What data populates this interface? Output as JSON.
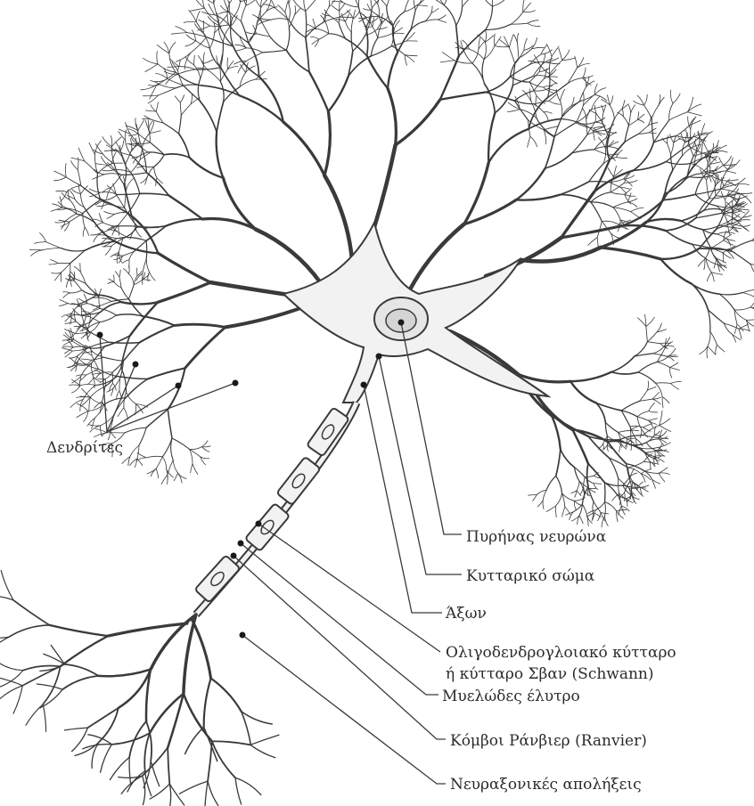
{
  "labels": {
    "dendrites": "Δενδρίτες",
    "nucleus": "Πυρήνας νευρώνα",
    "cell_body": "Κυτταρικό σώμα",
    "axon": "Άξων",
    "oligo_line1": "Ολιγοδενδρογλοιακό κύτταρο",
    "oligo_line2": "ή κύτταρο Σβαν (Schwann)",
    "myelin": "Μυελώδες έλυτρο",
    "ranvier": "Κόμβοι Ράνβιερ (Ranvier)",
    "terminals": "Νευραξονικές απολήξεις"
  },
  "colors": {
    "line": "#3a3a3a",
    "cell_fill": "#f2f2f2",
    "background": "#ffffff"
  }
}
